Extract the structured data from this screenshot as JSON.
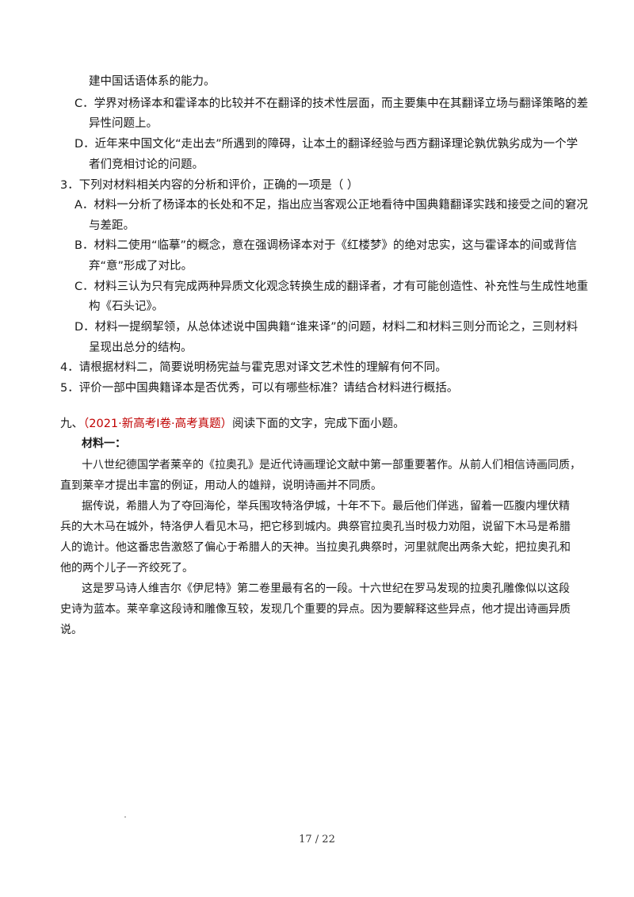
{
  "lines": {
    "l1": "建中国话语体系的能力。",
    "l2": "C．学界对杨译本和霍译本的比较并不在翻译的技术性层面，而主要集中在其翻译立场与翻译策略的差",
    "l3": "异性问题上。",
    "l4": "D．近年来中国文化“走出去”所遇到的障碍，让本土的翻译经验与西方翻译理论孰优孰劣成为一个学",
    "l5": "者们竞相讨论的问题。",
    "l6": "3．下列对材料相关内容的分析和评价，正确的一项是（    ）",
    "l7": "A．材料一分析了杨译本的长处和不足，指出应当客观公正地看待中国典籍翻译实践和接受之间的窘况",
    "l8": "与差距。",
    "l9": "B．材料二使用“临摹”的概念，意在强调杨译本对于《红楼梦》的绝对忠实，这与霍译本的间或背信",
    "l10": "弃“意”形成了对比。",
    "l11": "C．材料三认为只有完成两种异质文化观念转换生成的翻译者，才有可能创造性、补充性与生成性地重",
    "l12": "构《石头记》。",
    "l13": "D．材料一提纲挈领，从总体述说中国典籍“谁来译”的问题，材料二和材料三则分而论之，三则材料",
    "l14": "呈现出总分的结构。",
    "l15": "4．请根据材料二，简要说明杨宪益与霍克思对译文艺术性的理解有何不同。",
    "l16": "5．评价一部中国典籍译本是否优秀，可以有哪些标准？请结合材料进行概括。",
    "q9_num": "九、",
    "q9_src": "（2021·新高考Ⅰ卷·高考真题）",
    "q9_text": "阅读下面的文字，完成下面小题。",
    "m_title": "材料一：",
    "p1": "十八世纪德国学者莱辛的《拉奥孔》是近代诗画理论文献中第一部重要著作。从前人们相信诗画同质，",
    "p2": "直到莱辛才提出丰富的例证，用动人的雄辩，说明诗画并不同质。",
    "p3": "据传说，希腊人为了夺回海伦，举兵围攻特洛伊城，十年不下。最后他们佯逃，留着一匹腹内埋伏精",
    "p4": "兵的大木马在城外，特洛伊人看见木马，把它移到城内。典祭官拉奥孔当时极力劝阻，说留下木马是希腊",
    "p5": "人的诡计。他这番忠告激怒了偏心于希腊人的天神。当拉奥孔典祭时，河里就爬出两条大蛇，把拉奥孔和",
    "p6": "他的两个儿子一齐绞死了。",
    "p7": "这是罗马诗人维吉尔《伊尼特》第二卷里最有名的一段。十六世纪在罗马发现的拉奥孔雕像似以这段",
    "p8": "史诗为蓝本。莱辛拿这段诗和雕像互较，发现几个重要的异点。因为要解释这些异点，他才提出诗画异质",
    "p9": "说。"
  },
  "footer": {
    "page": "17 / 22"
  },
  "colors": {
    "source_red": "#c00000",
    "text": "#1a1a1a"
  }
}
